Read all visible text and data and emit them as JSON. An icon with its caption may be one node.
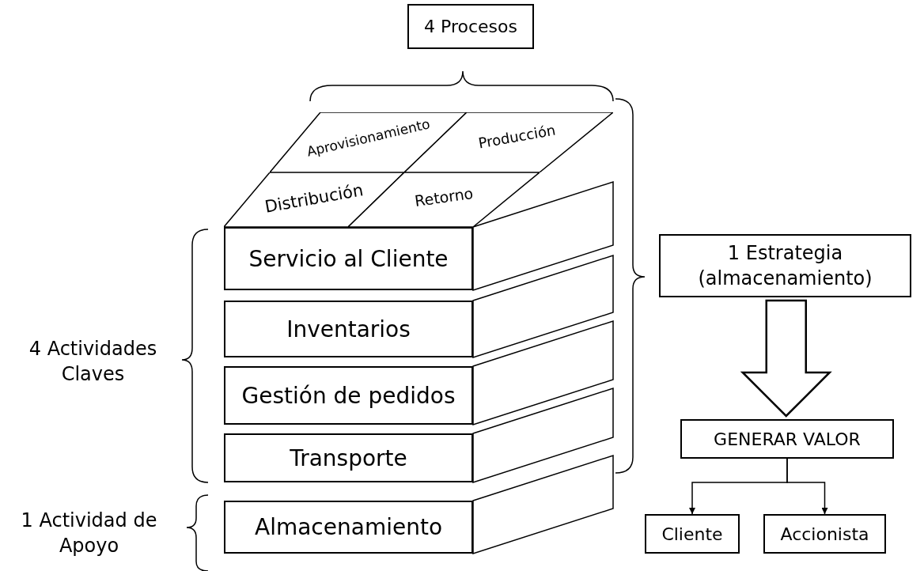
{
  "diagram": {
    "nodes": [
      {
        "text": [
          "4 Procesos"
        ]
      },
      {
        "text": [
          "Aprovisionamiento"
        ]
      },
      {
        "text": [
          "Producción"
        ]
      },
      {
        "text": [
          "Distribución"
        ]
      },
      {
        "text": [
          "Retorno"
        ]
      },
      {
        "text": [
          "Servicio al Cliente"
        ]
      },
      {
        "text": [
          "Inventarios"
        ]
      },
      {
        "text": [
          "Gestión de pedidos"
        ]
      },
      {
        "text": [
          "Transporte"
        ]
      },
      {
        "text": [
          "Almacenamiento"
        ]
      },
      {
        "text": [
          "1 Estrategia (almacenamiento)"
        ]
      },
      {
        "text": [
          "GENERAR VALOR"
        ]
      },
      {
        "text": [
          "Cliente"
        ]
      },
      {
        "text": [
          "Accionista"
        ]
      }
    ],
    "edges": [
      {
        "from": 10,
        "to": 11,
        "arrow": "to"
      },
      {
        "from": 11,
        "to": 12,
        "arrow": "to"
      },
      {
        "from": 11,
        "to": 13,
        "arrow": "to"
      }
    ],
    "labels": [
      "4 Actividades Claves",
      "1 Actividad de Apoyo"
    ]
  }
}
